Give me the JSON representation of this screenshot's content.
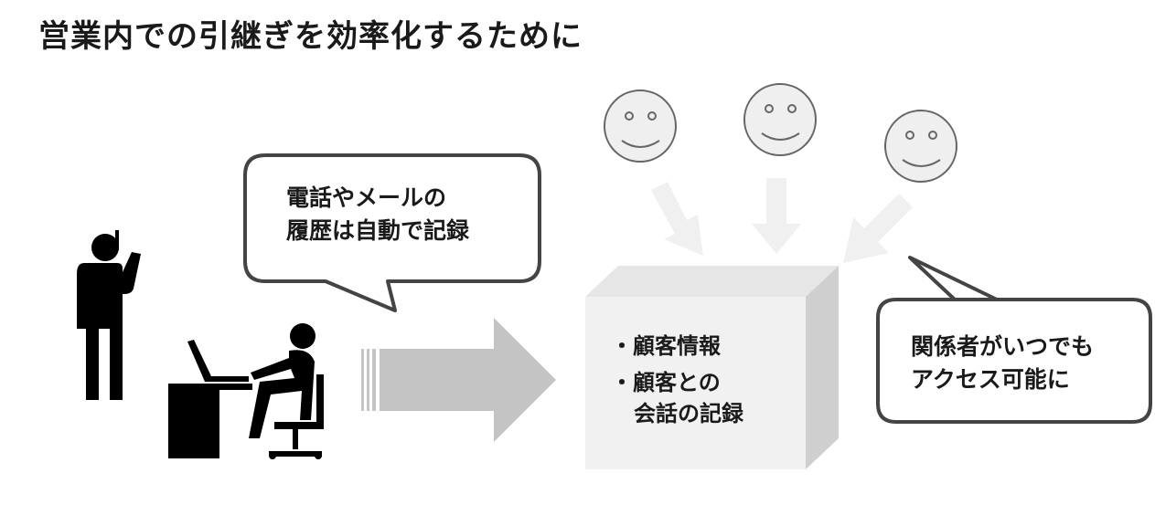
{
  "title": "営業内での引継ぎを効率化するために",
  "bubble_left": {
    "line1": "電話やメールの",
    "line2": "履歴は自動で記録"
  },
  "bubble_right": {
    "line1": "関係者がいつでも",
    "line2": "アクセス可能に"
  },
  "box": {
    "item1": "・顧客情報",
    "item2_line1": "・顧客との",
    "item2_line2": "会話の記録"
  },
  "icons": {
    "person_phone": "person-on-phone-icon",
    "person_desk": "person-at-desk-icon",
    "smiley": "smiley-face-icon"
  },
  "colors": {
    "text": "#1a1a1a",
    "bubble_border": "#444444",
    "arrow_big": "#c4c4c4",
    "arrow_small": "#f0f0f0",
    "box_front": "#f1f1f1",
    "box_top": "#e6e6e6",
    "box_side": "#cfcfcf",
    "smiley_fill": "#efefef",
    "smiley_stroke": "#666666"
  }
}
